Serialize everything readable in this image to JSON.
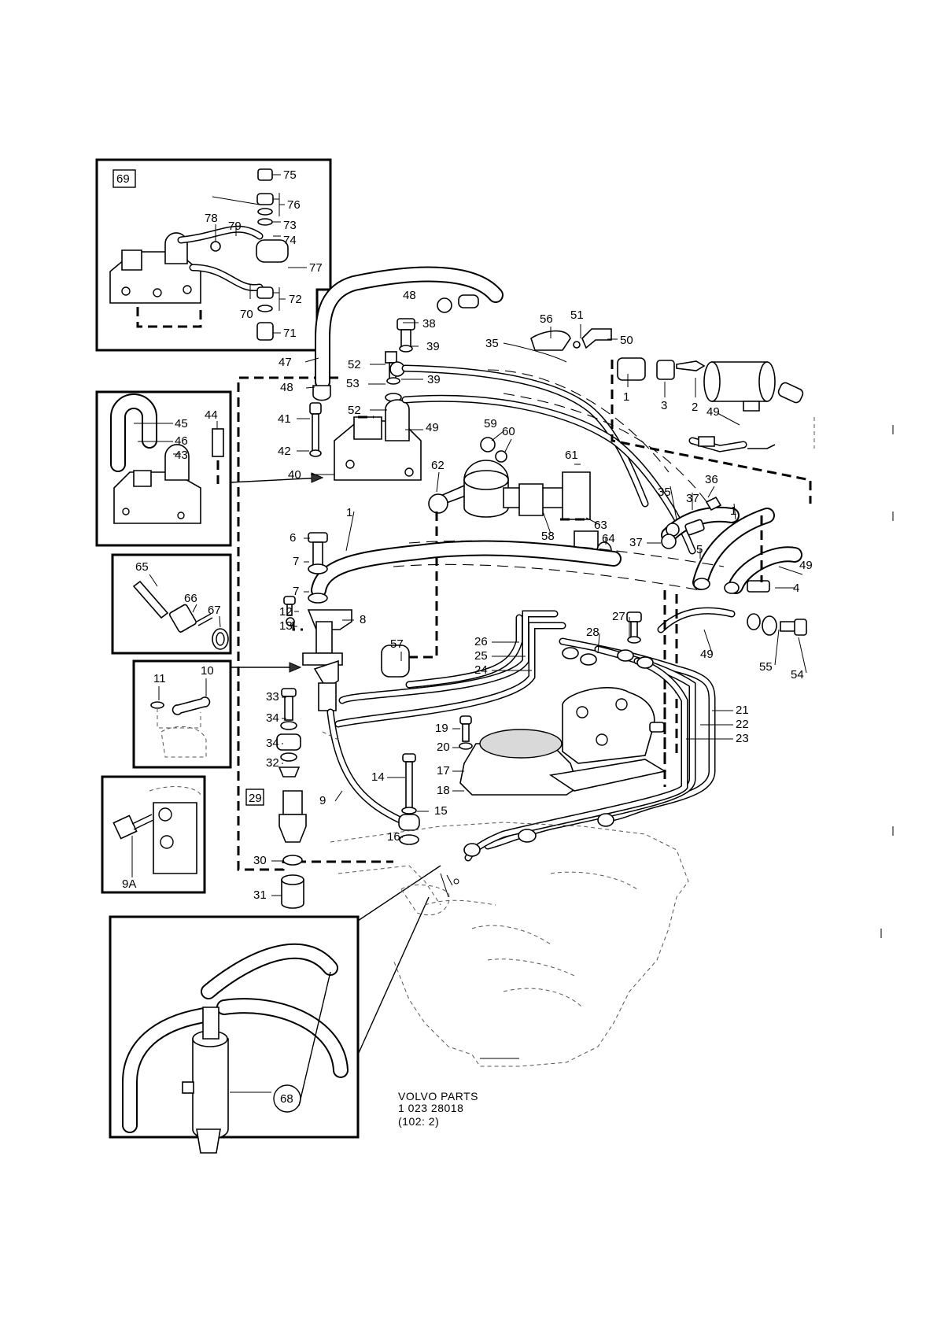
{
  "callouts": {
    "c1": "1",
    "c2": "2",
    "c3": "3",
    "c4": "4",
    "c5": "5",
    "c6": "6",
    "c7": "7",
    "c8": "8",
    "c9": "9",
    "c9a": "9A",
    "c10": "10",
    "c11": "11",
    "c12": "12",
    "c13": "13",
    "c14": "14",
    "c15": "15",
    "c16": "16",
    "c17": "17",
    "c18": "18",
    "c19": "19",
    "c20": "20",
    "c21": "21",
    "c22": "22",
    "c23": "23",
    "c24": "24",
    "c25": "25",
    "c26": "26",
    "c27": "27",
    "c28": "28",
    "c29": "29",
    "c30": "30",
    "c31": "31",
    "c32": "32",
    "c33": "33",
    "c34": "34",
    "c35": "35",
    "c36": "36",
    "c37": "37",
    "c38": "38",
    "c39": "39",
    "c40": "40",
    "c41": "41",
    "c42": "42",
    "c43": "43",
    "c44": "44",
    "c45": "45",
    "c46": "46",
    "c47": "47",
    "c48": "48",
    "c49": "49",
    "c50": "50",
    "c51": "51",
    "c52": "52",
    "c53": "53",
    "c54": "54",
    "c55": "55",
    "c56": "56",
    "c57": "57",
    "c58": "58",
    "c59": "59",
    "c60": "60",
    "c61": "61",
    "c62": "62",
    "c63": "63",
    "c64": "64",
    "c65": "65",
    "c66": "66",
    "c67": "67",
    "c68": "68",
    "c69": "69",
    "c70": "70",
    "c71": "71",
    "c72": "72",
    "c73": "73",
    "c74": "74",
    "c75": "75",
    "c76": "76",
    "c77": "77",
    "c78": "78",
    "c79": "79"
  },
  "title_block": {
    "line1": "VOLVO PARTS",
    "line2": "1  023  28018",
    "line3": "(102: 2)"
  },
  "colors": {
    "ink": "#000000",
    "paper": "#ffffff"
  }
}
